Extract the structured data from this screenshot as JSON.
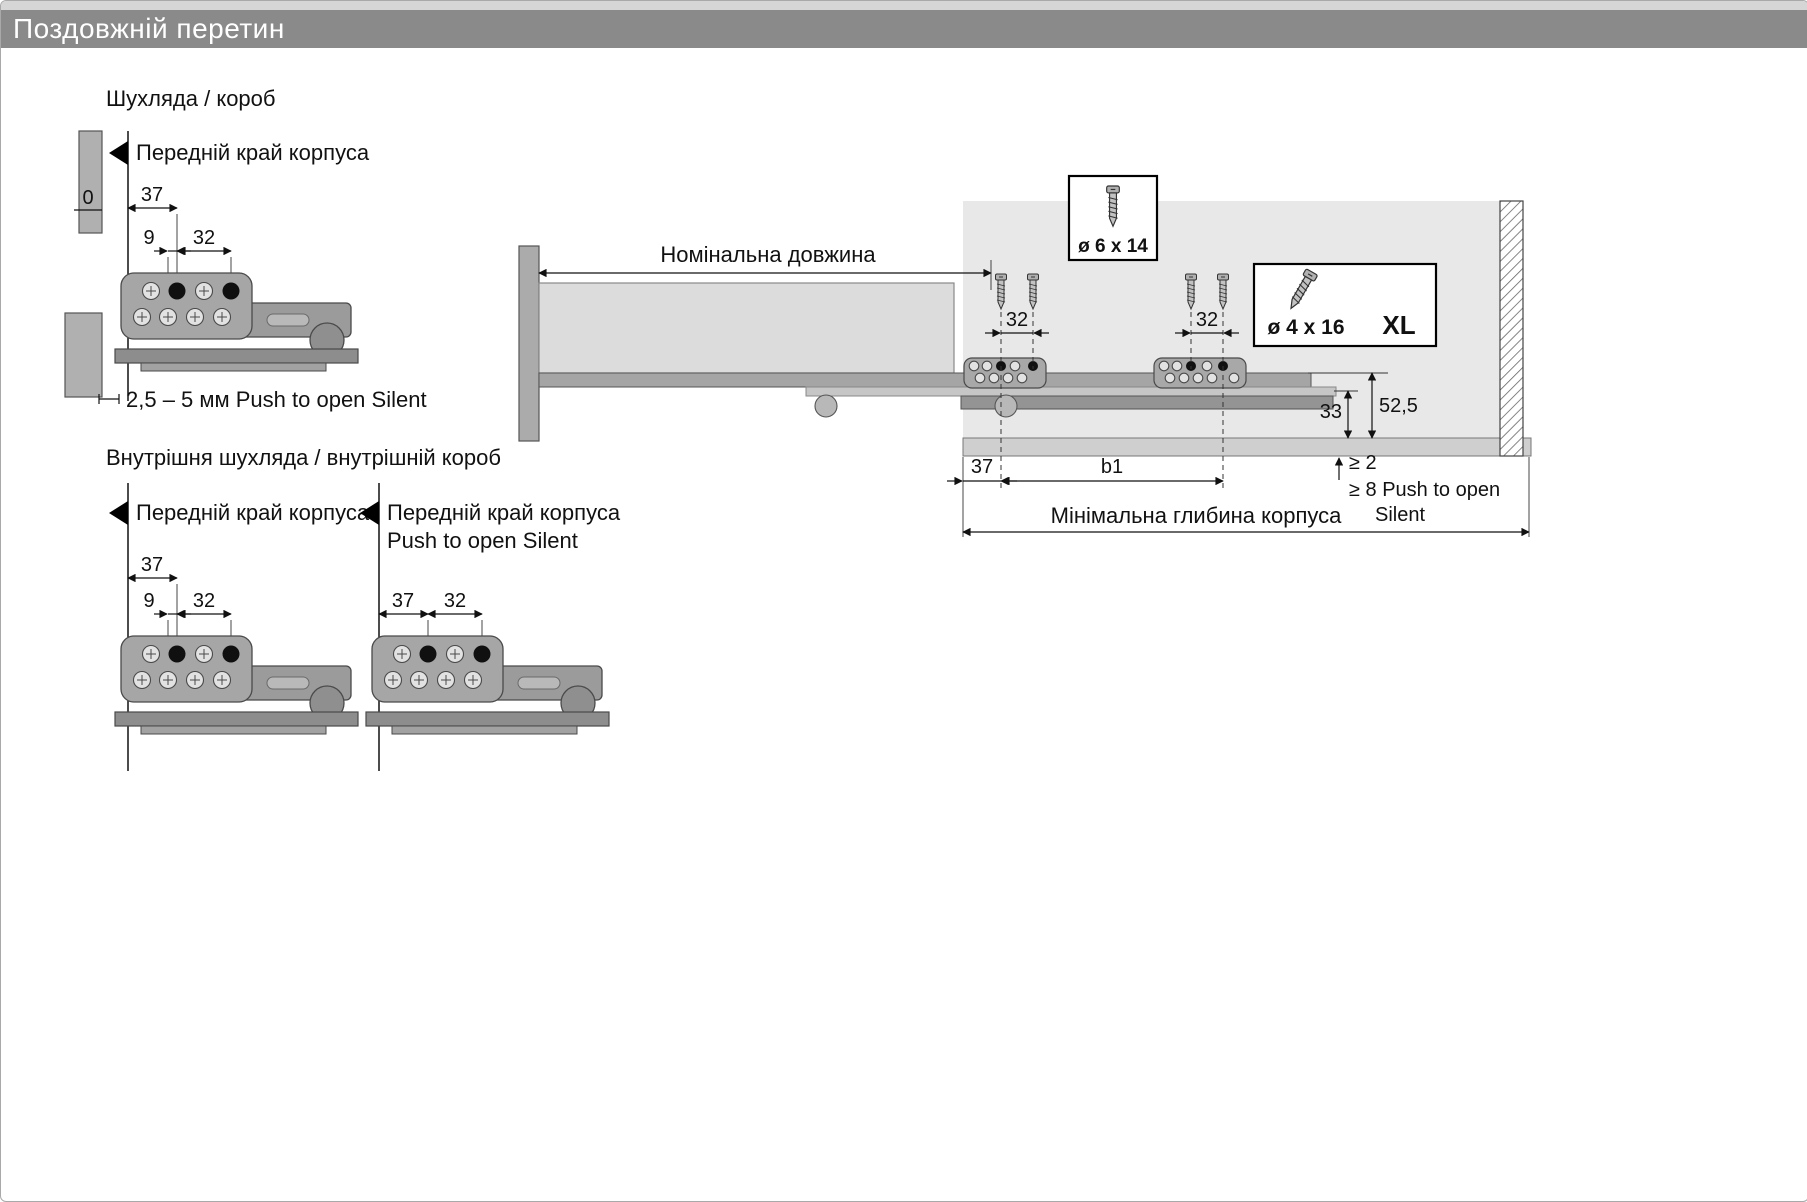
{
  "page": {
    "title": "Поздовжній перетин"
  },
  "drawer_section": {
    "label": "Шухляда / короб",
    "front_edge_label": "Передній край корпуса",
    "zero_label": "0",
    "dim_37": "37",
    "dim_9": "9",
    "dim_32": "32",
    "gap_note": "2,5 – 5 мм Push to open Silent"
  },
  "inner_section": {
    "label": "Внутрішня шухляда / внутрішній короб",
    "left": {
      "front_edge_label": "Передній край корпуса",
      "dim_37": "37",
      "dim_9": "9",
      "dim_32": "32"
    },
    "right": {
      "front_edge_label": "Передній край корпуса",
      "push_label": "Push to open Silent",
      "dim_37": "37",
      "dim_32": "32"
    }
  },
  "side_view": {
    "nominal_length_label": "Номінальна довжина",
    "screw_box_small": {
      "size": "ø 6 x 14"
    },
    "screw_box_large": {
      "size": "ø 4 x 16",
      "variant": "XL"
    },
    "dim_32_first": "32",
    "dim_32_second": "32",
    "dim_52_5": "52,5",
    "dim_33": "33",
    "dim_37": "37",
    "dim_b1": "b1",
    "clearance_min2": "≥ 2",
    "clearance_min8": "≥ 8 Push to open",
    "clearance_silent": "Silent",
    "min_depth_label": "Мінімальна глибина корпуса"
  },
  "colors": {
    "title_bar": "#8a8a8a",
    "top_strip": "#d6d6d6",
    "cabinet_panel": "#e8e8e8",
    "bottom_panel": "#cfcfcf",
    "metal_gray": "#a6a6a6"
  }
}
